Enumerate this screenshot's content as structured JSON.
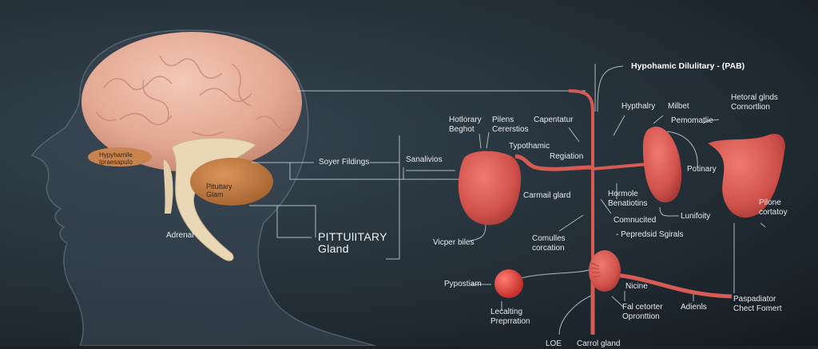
{
  "diagram": {
    "title": "Hypohamic Dilulitary - (PAB)",
    "colors": {
      "background": "#1b2329",
      "brain": "#e8b4a0",
      "stem": "#ead8b8",
      "pituitary_gland": "#c9834f",
      "organ_red": "#d75b55",
      "leader_line": "#c8d0d6"
    },
    "left_panel": {
      "brain_lobe_label": "Hypyhamile\nIpraesapulo",
      "pituitary_in_brain": "Pituitary\nGlam",
      "adrenal": "Adrenal",
      "soyer_fildings": "Soyer Fildings",
      "pituitary_gland_big": "PITTUlITARY\nGland"
    },
    "right_panel": {
      "sanalivios": "Sanalivios",
      "hotlorary_beghot": "Hotlorary\nBeghot",
      "pilens_cererstios": "Pilens\nCererstios",
      "capentatur": "Capentatur",
      "typothamic": "Typothamic",
      "regiation": "Regiation",
      "carmail_gland": "Carmail glard",
      "vicper_biles": "Vicper biles",
      "comulles_corcation": "Comulles\ncorcation",
      "hypthalry": "Hypthalry",
      "milbet": "Milbet",
      "pemomatlie": "Pemomatlie",
      "hetoral_glnds": "Hetoral glnds\nCornortlion",
      "potinary": "Potinary",
      "hormole_benatiotins": "Hormole\nBenatiotins",
      "comnucited": "Comnucited",
      "pepredsid_sgirals": "- Pepredsid Sgirals",
      "lunifoity": "Lunifoity",
      "pilone_cortatoy": "Pilone\ncortatoy",
      "pypostiam": "Pypostiam",
      "lecalting_prepration": "Lecalting\nPreprration",
      "nicine": "Nicine",
      "fal_cetorter": "Fal cetorter\nOpronttion",
      "adienls": "Adienls",
      "paspadiator": "Paspadiator\nChect Fomert",
      "loe": "LOE",
      "carrol_gland": "Carrol gland"
    }
  }
}
